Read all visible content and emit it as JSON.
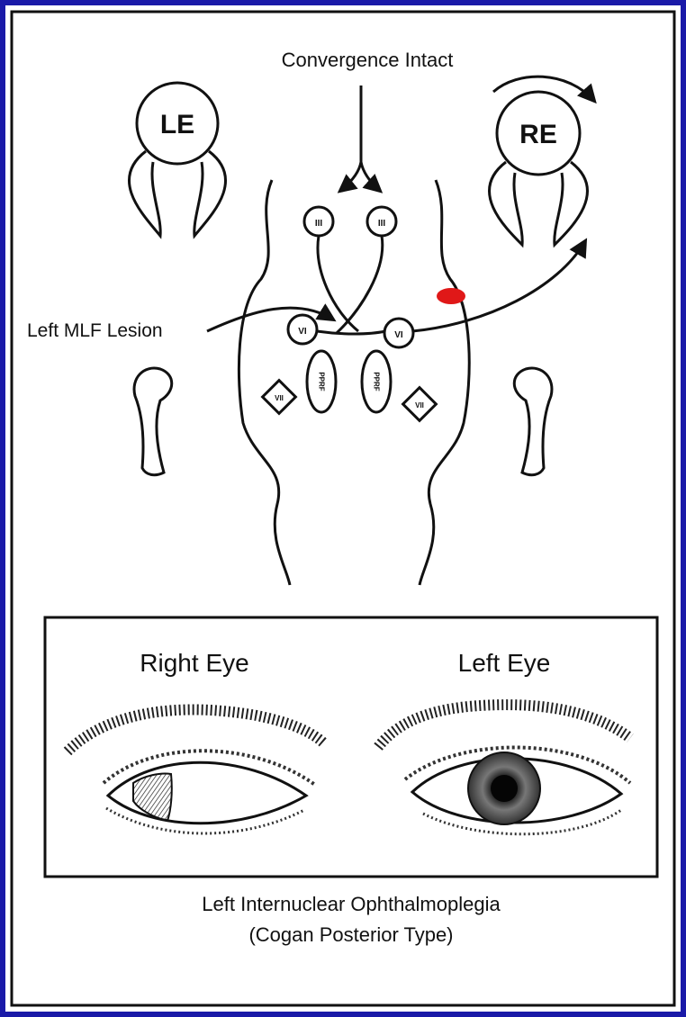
{
  "top": {
    "convergence_label": "Convergence Intact",
    "lesion_label": "Left MLF Lesion",
    "left_eye_label": "LE",
    "right_eye_label": "RE",
    "nucleus_iii_label": "III",
    "nucleus_vi_label": "VI",
    "nucleus_vii_label": "VII",
    "pprf_label": "PPRF"
  },
  "bottom": {
    "right_eye_title": "Right Eye",
    "left_eye_title": "Left Eye"
  },
  "caption": {
    "line1": "Left Internuclear Ophthalmoplegia",
    "line2": "(Cogan Posterior Type)"
  },
  "colors": {
    "background_border": "#1a1aa8",
    "lesion_marker": "#e01818",
    "ink": "#111111"
  }
}
